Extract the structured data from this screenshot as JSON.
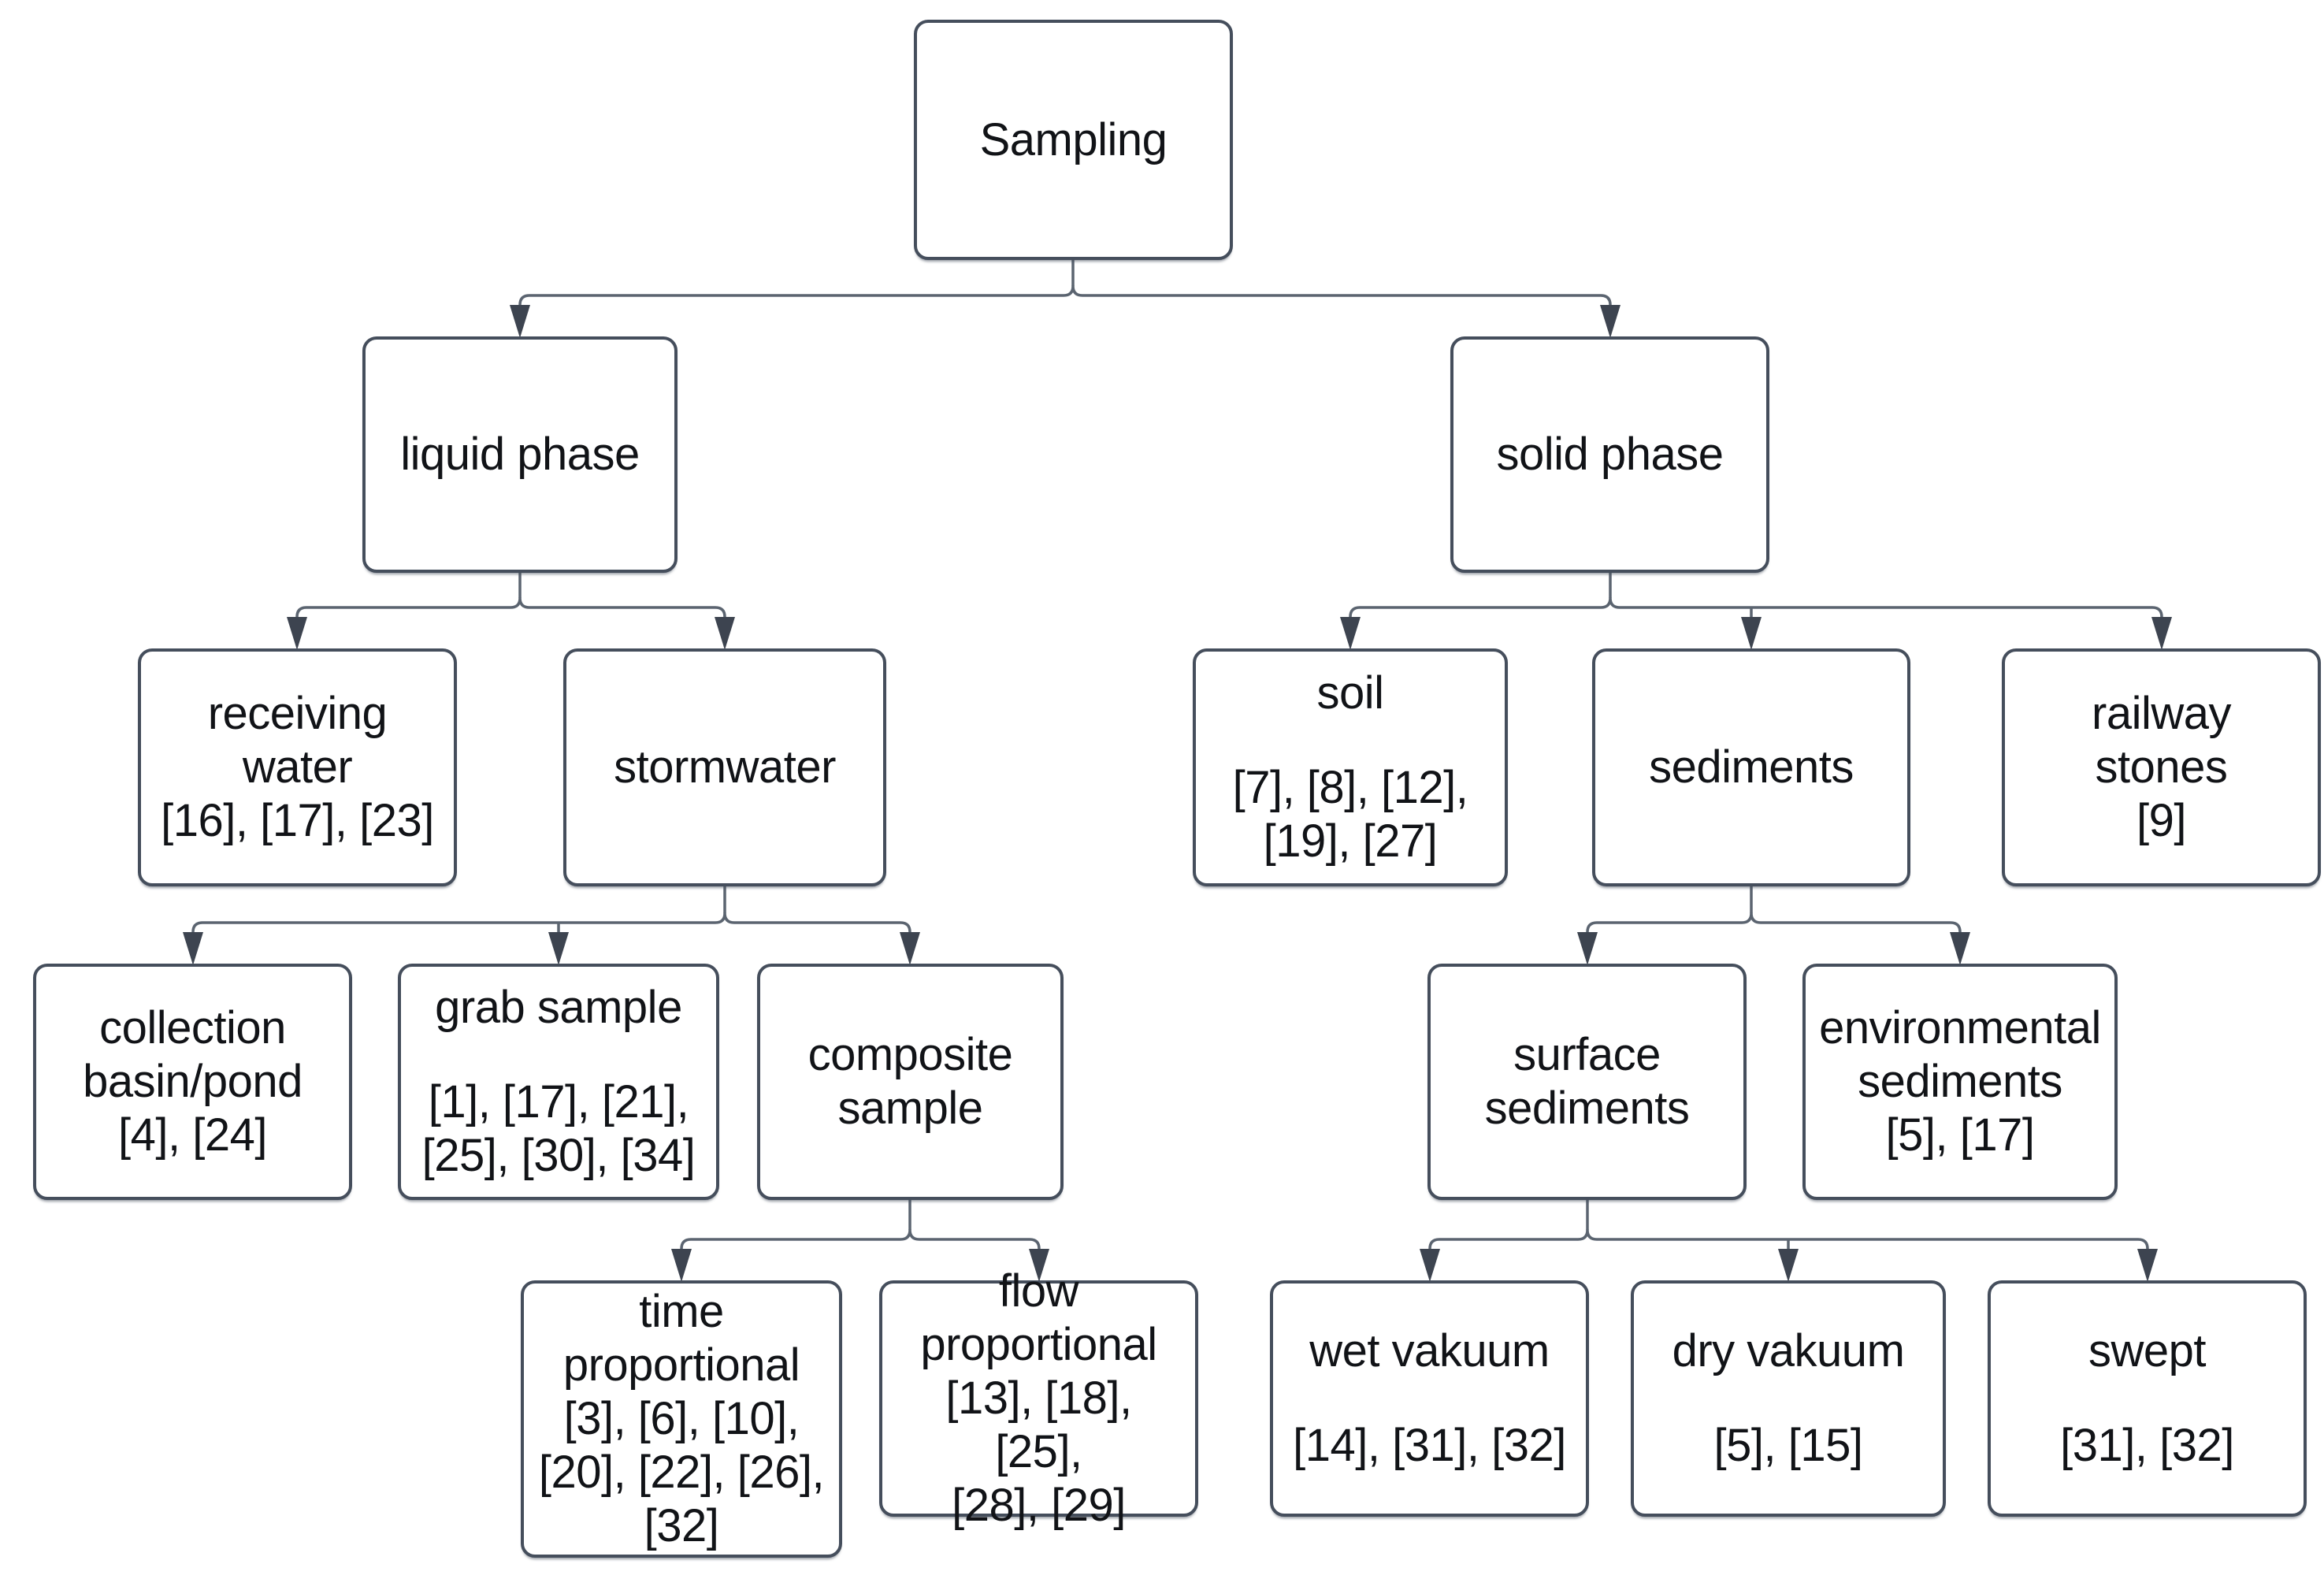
{
  "style_colors": {
    "background": "#ffffff",
    "box_border": "#454e5c",
    "connector_line": "#5b6470",
    "arrow_fill": "#3d4450",
    "text": "#111317"
  },
  "nodes": {
    "sampling": {
      "label": "Sampling",
      "refs": ""
    },
    "liquid_phase": {
      "label": "liquid phase",
      "refs": ""
    },
    "solid_phase": {
      "label": "solid phase",
      "refs": ""
    },
    "receiving_water": {
      "label": "receiving\nwater",
      "refs": "[16], [17], [23]"
    },
    "stormwater": {
      "label": "stormwater",
      "refs": ""
    },
    "soil": {
      "label": "soil",
      "refs": "[7], [8], [12],\n[19], [27]"
    },
    "sediments": {
      "label": "sediments",
      "refs": ""
    },
    "railway_stones": {
      "label": "railway\nstones",
      "refs": "[9]"
    },
    "collection_basin_pond": {
      "label": "collection\nbasin/pond",
      "refs": "[4], [24]"
    },
    "grab_sample": {
      "label": "grab sample",
      "refs": "[1], [17], [21],\n[25], [30], [34]"
    },
    "composite_sample": {
      "label": "composite\nsample",
      "refs": ""
    },
    "surface_sediments": {
      "label": "surface\nsediments",
      "refs": ""
    },
    "environmental_sediments": {
      "label": "environmental\nsediments",
      "refs": "[5], [17]"
    },
    "time_proportional": {
      "label": "time\nproportional",
      "refs": "[3], [6], [10],\n[20], [22], [26],\n[32]"
    },
    "flow_proportional": {
      "label": "flow\nproportional",
      "refs": "[13], [18], [25],\n[28], [29]"
    },
    "wet_vakuum": {
      "label": "wet vakuum",
      "refs": "[14], [31], [32]"
    },
    "dry_vakuum": {
      "label": "dry vakuum",
      "refs": "[5], [15]"
    },
    "swept": {
      "label": "swept",
      "refs": "[31], [32]"
    }
  },
  "edges": [
    {
      "from": "sampling",
      "to": [
        "liquid_phase",
        "solid_phase"
      ]
    },
    {
      "from": "liquid_phase",
      "to": [
        "receiving_water",
        "stormwater"
      ]
    },
    {
      "from": "solid_phase",
      "to": [
        "soil",
        "sediments",
        "railway_stones"
      ]
    },
    {
      "from": "stormwater",
      "to": [
        "collection_basin_pond",
        "grab_sample",
        "composite_sample"
      ]
    },
    {
      "from": "sediments",
      "to": [
        "surface_sediments",
        "environmental_sediments"
      ]
    },
    {
      "from": "composite_sample",
      "to": [
        "time_proportional",
        "flow_proportional"
      ]
    },
    {
      "from": "surface_sediments",
      "to": [
        "wet_vakuum",
        "dry_vakuum",
        "swept"
      ]
    }
  ]
}
